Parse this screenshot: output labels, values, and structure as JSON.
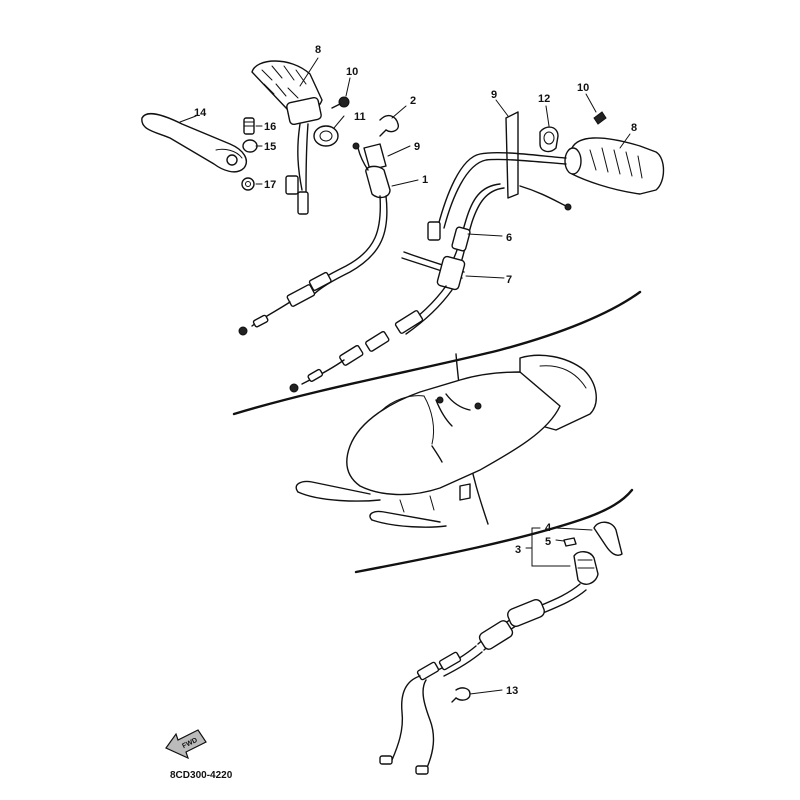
{
  "callouts": {
    "c1": "1",
    "c2": "2",
    "c3": "3",
    "c4": "4",
    "c5": "5",
    "c6": "6",
    "c7": "7",
    "c8_left": "8",
    "c8_right": "8",
    "c9_left": "9",
    "c9_right": "9",
    "c10_left": "10",
    "c10_right": "10",
    "c11": "11",
    "c12": "12",
    "c13": "13",
    "c14": "14",
    "c15": "15",
    "c16": "16",
    "c17": "17"
  },
  "forward_marker": {
    "text": "FWD"
  },
  "diagram_code": "8CD300-4220",
  "colors": {
    "ink": "#111111",
    "paper": "#ffffff"
  }
}
